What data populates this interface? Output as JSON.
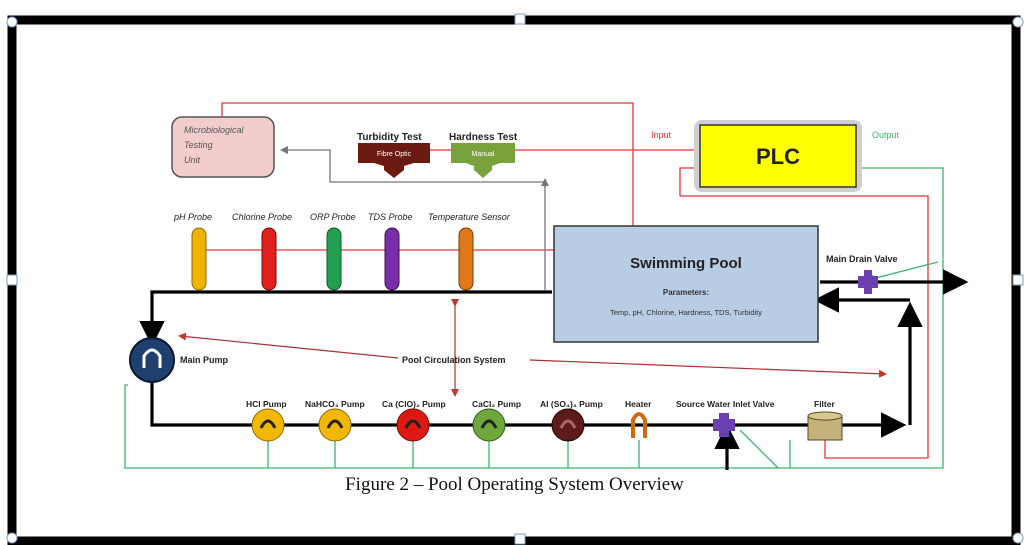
{
  "caption": "Figure 2 – Pool Operating System Overview",
  "microbiological": {
    "line1": "Microbiological",
    "line2": "Testing",
    "line3": "Unit"
  },
  "turbidity": {
    "title": "Turbidity Test",
    "box": "Fibre Optic"
  },
  "hardness": {
    "title": "Hardness Test",
    "box": "Manual"
  },
  "plc": {
    "label": "PLC",
    "input_label": "Input",
    "output_label": "Output"
  },
  "probes": [
    {
      "label": "pH Probe",
      "color": "#f0b400"
    },
    {
      "label": "Chlorine Probe",
      "color": "#e0201c"
    },
    {
      "label": "ORP Probe",
      "color": "#22a050"
    },
    {
      "label": "TDS Probe",
      "color": "#7a2da8"
    },
    {
      "label": "Temperature Sensor",
      "color": "#e07818"
    }
  ],
  "pool": {
    "title": "Swimming Pool",
    "params_title": "Parameters:",
    "params": "Temp, pH, Chlorine, Hardness, TDS, Turbidity"
  },
  "main_drain_valve": "Main Drain Valve",
  "main_pump": "Main Pump",
  "circulation": "Pool Circulation System",
  "pumps": [
    {
      "label": "HCl Pump",
      "color": "#f2b800"
    },
    {
      "label": "NaHCO₃ Pump",
      "color": "#f2b800"
    },
    {
      "label": "Ca (ClO)₂ Pump",
      "color": "#dd1a12"
    },
    {
      "label": "CaCl₂ Pump",
      "color": "#6ea83a"
    },
    {
      "label": "Al (SO₄)₃ Pump",
      "color": "#5c1a1a"
    }
  ],
  "heater": "Heater",
  "source_water_inlet_valve": "Source Water Inlet Valve",
  "filter": "Filter",
  "colors": {
    "red_line": "#e8343a",
    "green_line": "#3cb371",
    "pipe": "#000000",
    "plc_fill": "#ffff00"
  }
}
